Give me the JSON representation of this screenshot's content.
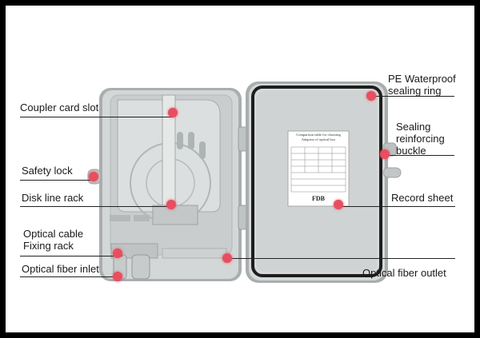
{
  "labels": {
    "coupler_card_slot": "Coupler card slot",
    "safety_lock": "Safety lock",
    "disk_line_rack": "Disk line rack",
    "optical_cable_fixing_rack_line1": "Optical cable",
    "optical_cable_fixing_rack_line2": "Fixing rack",
    "optical_fiber_inlet": "Optical fiber inlet",
    "pe_waterproof_line1": "PE Waterproof",
    "pe_waterproof_line2": "sealing ring",
    "sealing_buckle_line1": "Sealing",
    "sealing_buckle_line2": "reinforcing",
    "sealing_buckle_line3": "buckle",
    "record_sheet": "Record sheet",
    "optical_fiber_outlet": "Optical fiber outlet"
  },
  "record_card": {
    "title_line1": "Comparison table for choosing",
    "title_line2": "Adapters of optical box",
    "brand": "FDB"
  },
  "colors": {
    "marker": "#e84e5f",
    "box_body": "#d9dcdc",
    "box_edge": "#9ea3a3",
    "seal_ring": "#1e1e1e"
  }
}
